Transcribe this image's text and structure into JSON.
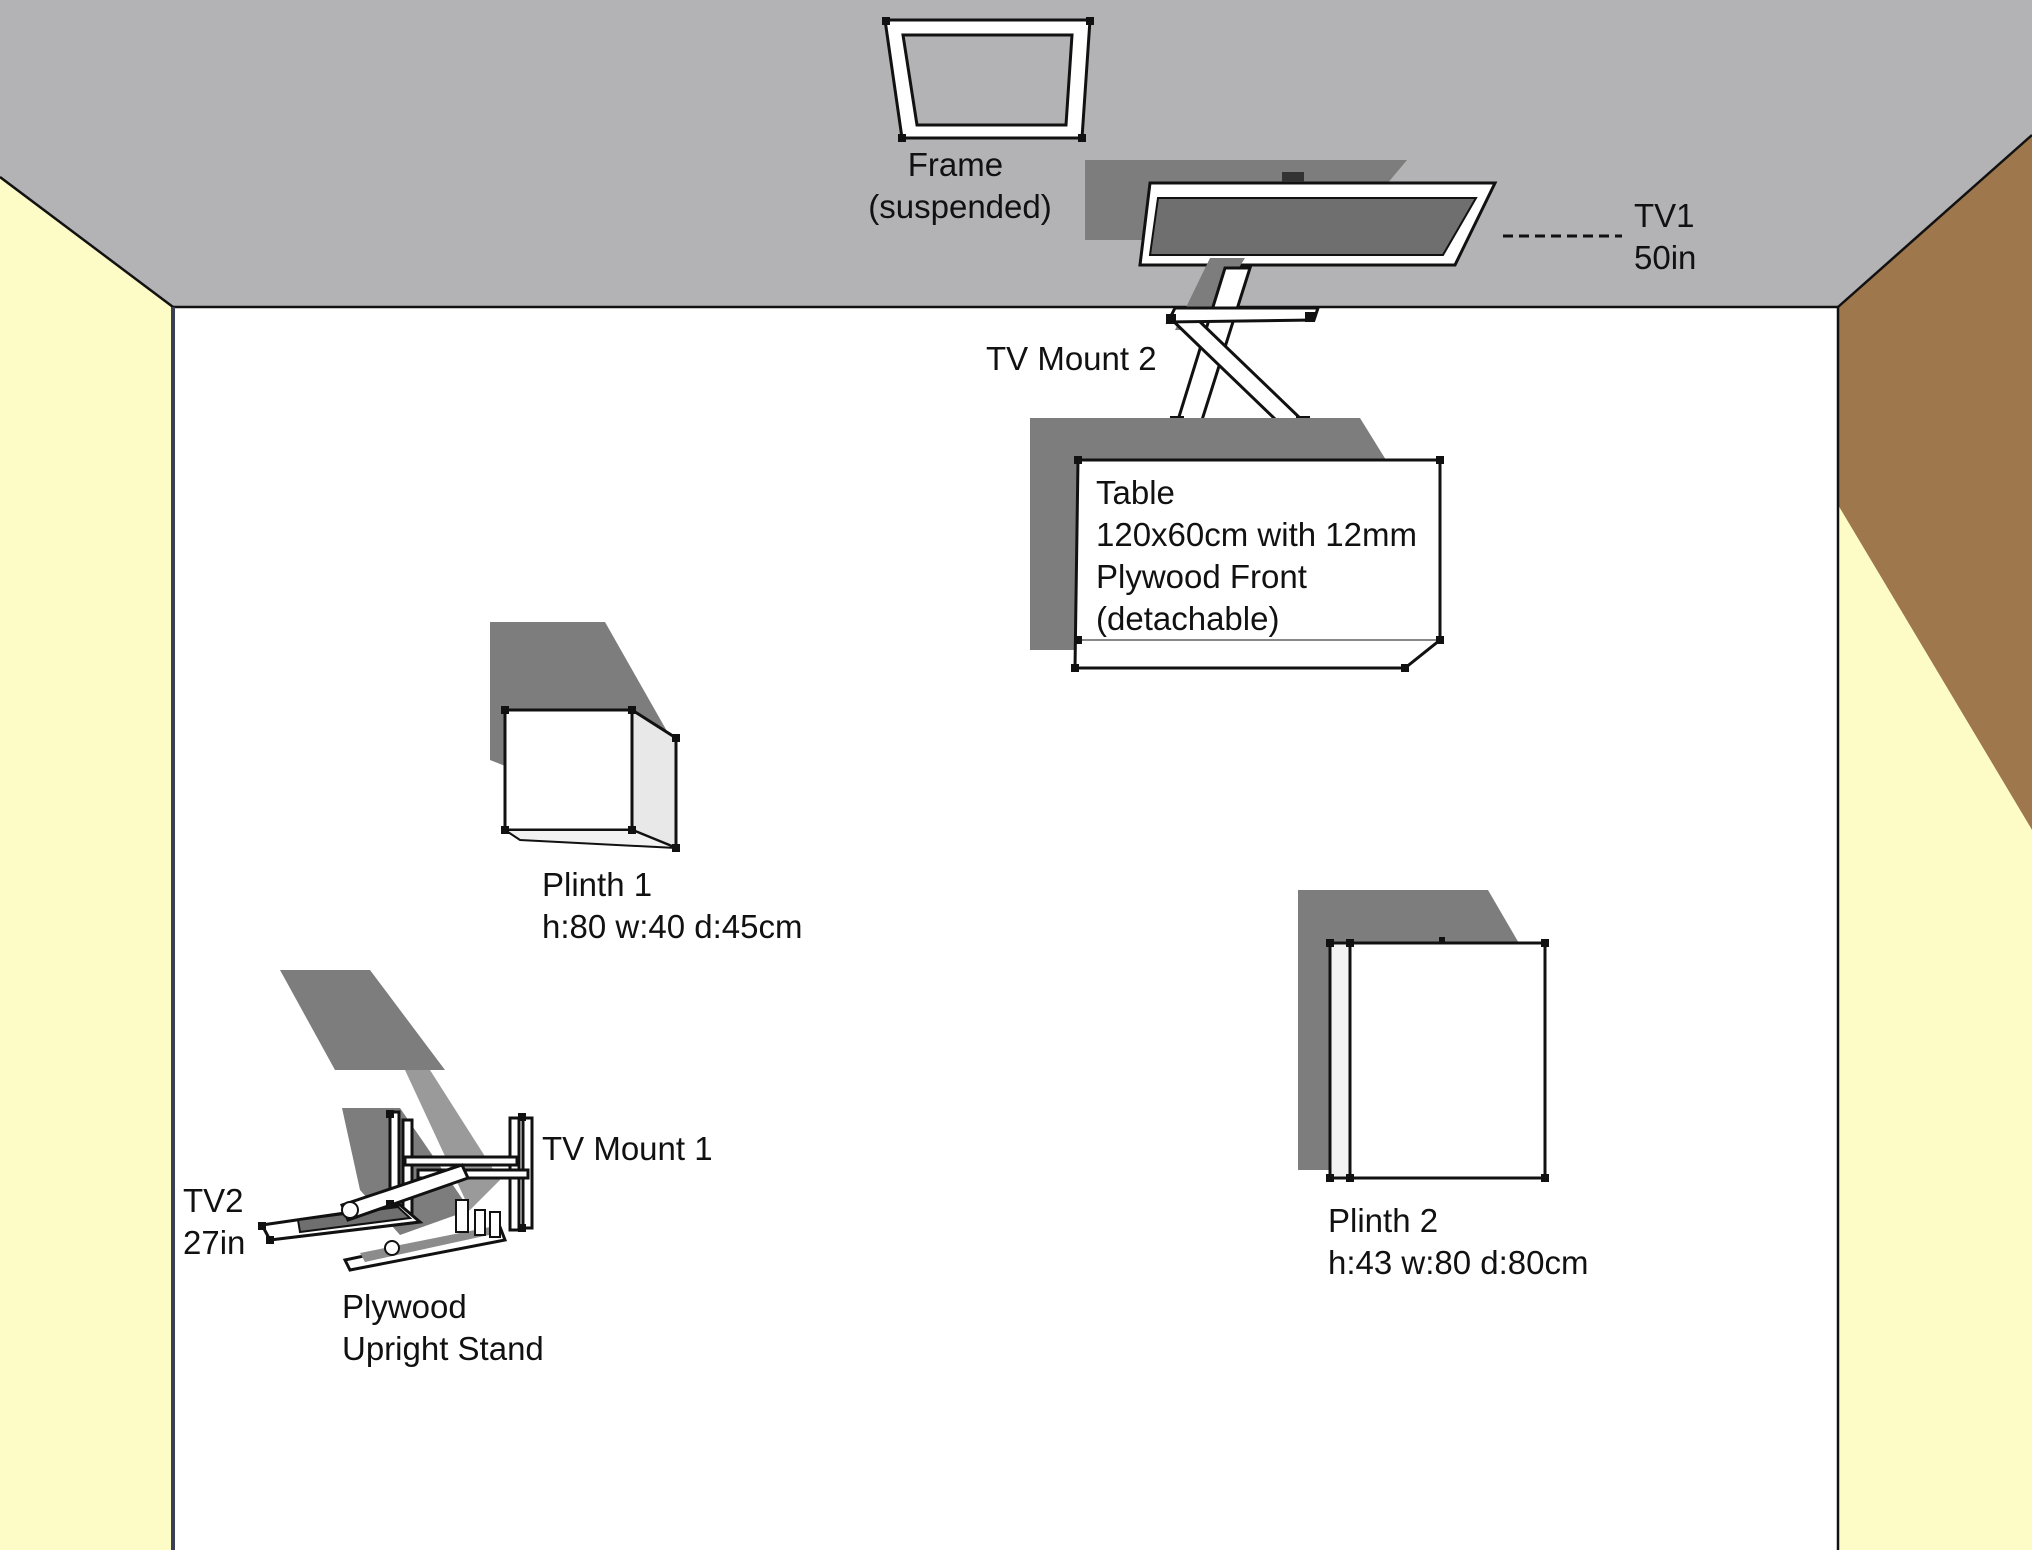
{
  "colors": {
    "ceiling": "#b3b3b6",
    "floor": "#ffffff",
    "wall_light": "#fdfbc6",
    "wall_brown": "#9f774c",
    "shadow": "#7d7d7d",
    "tv_screen": "#6f6f6f",
    "edge": "#111111"
  },
  "labels": {
    "frame": [
      "Frame",
      "(suspended)"
    ],
    "tv1": [
      "TV1",
      "50in"
    ],
    "tv_mount_2": [
      "TV Mount 2"
    ],
    "table": [
      "Table",
      "120x60cm with 12mm",
      "Plywood Front",
      "(detachable)"
    ],
    "plinth1": [
      "Plinth 1",
      "h:80 w:40 d:45cm"
    ],
    "plinth2": [
      "Plinth 2",
      "h:43 w:80 d:80cm"
    ],
    "tv_mount_1": [
      "TV Mount 1"
    ],
    "tv2": [
      "TV2",
      "27in"
    ],
    "plywood_stand": [
      "Plywood",
      "Upright Stand"
    ]
  }
}
